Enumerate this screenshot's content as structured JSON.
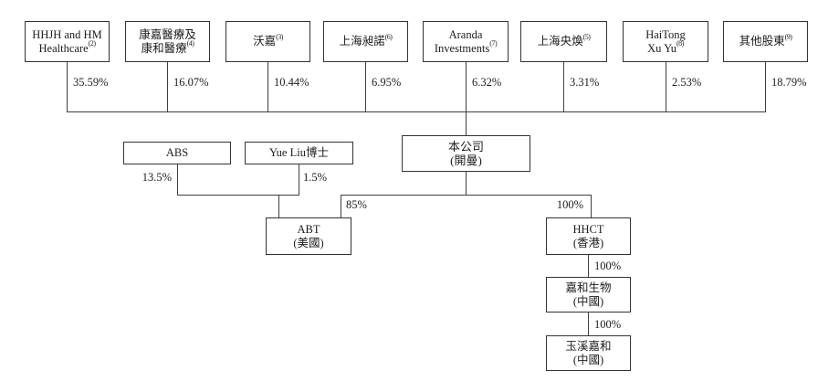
{
  "diagram": {
    "shareholders": [
      {
        "name": "HHJH and HM Healthcare",
        "line1": "HHJH and HM",
        "line2": "Healthcare",
        "sup": "(2)",
        "pct": "35.59%"
      },
      {
        "name": "康嘉醫療及康和醫療",
        "line1": "康嘉醫療及",
        "line2": "康和醫療",
        "sup": "(4)",
        "pct": "16.07%"
      },
      {
        "name": "沃嘉",
        "line1": "沃嘉",
        "line2": "",
        "sup": "(3)",
        "pct": "10.44%"
      },
      {
        "name": "上海昶諾",
        "line1": "上海昶諾",
        "line2": "",
        "sup": "(6)",
        "pct": "6.95%"
      },
      {
        "name": "Aranda Investments",
        "line1": "Aranda",
        "line2": "Investments",
        "sup": "(7)",
        "pct": "6.32%"
      },
      {
        "name": "上海央煥",
        "line1": "上海央煥",
        "line2": "",
        "sup": "(5)",
        "pct": "3.31%"
      },
      {
        "name": "HaiTong Xu Yu",
        "line1": "HaiTong",
        "line2": "Xu Yu",
        "sup": "(8)",
        "pct": "2.53%"
      },
      {
        "name": "其他股東",
        "line1": "其他股東",
        "line2": "",
        "sup": "(9)",
        "pct": "18.79%"
      }
    ],
    "mid": {
      "abs": {
        "label": "ABS",
        "pct": "13.5%"
      },
      "yue_liu": {
        "label": "Yue Liu博士",
        "pct": "1.5%"
      },
      "company": {
        "line1": "本公司",
        "line2": "(開曼)"
      }
    },
    "subsidiaries": {
      "abt": {
        "line1": "ABT",
        "line2": "(美國)",
        "pct": "85%"
      },
      "hhct": {
        "line1": "HHCT",
        "line2": "(香港)",
        "pct": "100%"
      },
      "jiahe_bio": {
        "line1": "嘉和生物",
        "line2": "(中國)",
        "pct": "100%"
      },
      "yuxi_jiahe": {
        "line1": "玉溪嘉和",
        "line2": "(中國)",
        "pct": "100%"
      }
    }
  },
  "colors": {
    "line": "#3f3f3f",
    "border": "#333333",
    "text": "#1c1c1c",
    "background": "#ffffff"
  }
}
